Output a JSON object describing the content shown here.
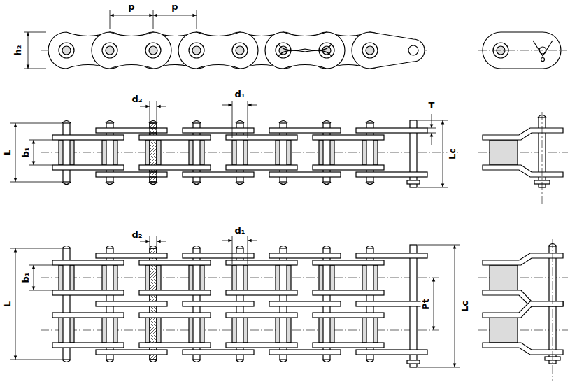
{
  "diagram": {
    "labels": [
      "p",
      "p",
      "h₂",
      "d₂",
      "d₁",
      "T",
      "L",
      "b₁",
      "Lc",
      "d₂",
      "d₁",
      "L",
      "b₁",
      "Pt",
      "Lc"
    ]
  }
}
